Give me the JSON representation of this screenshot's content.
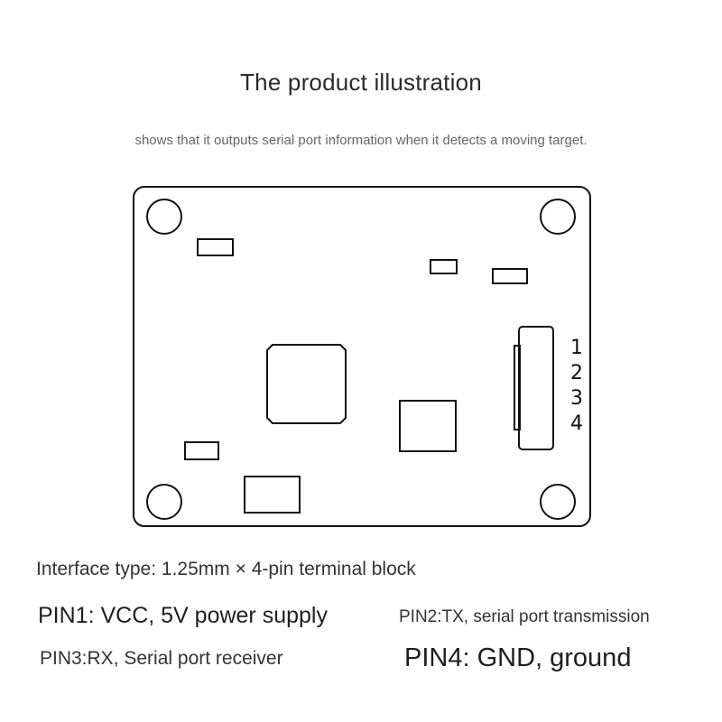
{
  "title": "The product illustration",
  "subtitle": "shows that it outputs serial port information when it detects a moving target.",
  "connector_pins": [
    "1",
    "2",
    "3",
    "4"
  ],
  "interface_type": "Interface type: 1.25mm × 4-pin terminal block",
  "pins": {
    "pin1": "PIN1: VCC, 5V power supply",
    "pin2": "PIN2:TX, serial port transmission",
    "pin3": "PIN3:RX, Serial port receiver",
    "pin4": "PIN4: GND, ground"
  }
}
